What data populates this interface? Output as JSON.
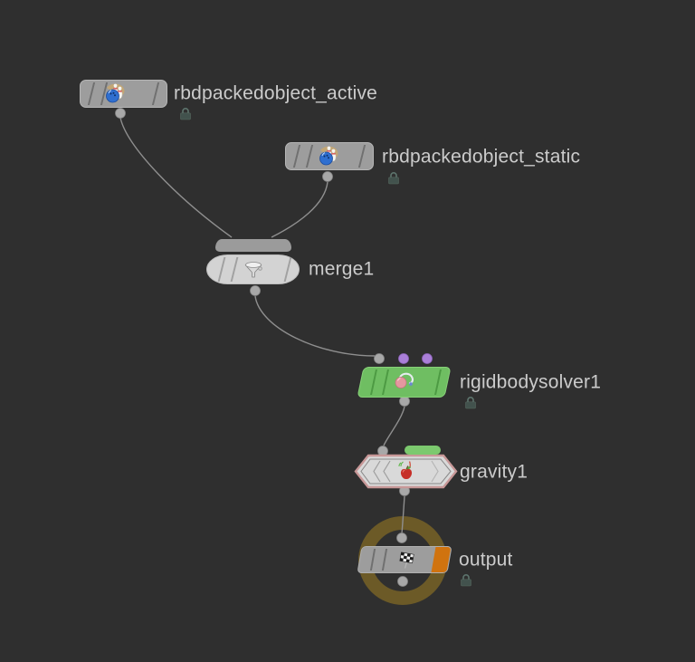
{
  "app": {
    "name": "houdini-network-editor",
    "background_color": "#2f2f2f",
    "wire_color": "#8f8f8f",
    "label_color": "#cbcbcb",
    "connector_color": "#a8a8a8",
    "extra_input_connector_color": "#aa7fd8"
  },
  "nodes": [
    {
      "id": "rbdpackedobject_active",
      "label": "rbdpackedobject_active",
      "icon": "bowling-ball-pins-icon",
      "body_color": "#9d9d9d",
      "locked": true
    },
    {
      "id": "rbdpackedobject_static",
      "label": "rbdpackedobject_static",
      "icon": "bowling-ball-pins-icon",
      "body_color": "#9d9d9d",
      "locked": true
    },
    {
      "id": "merge1",
      "label": "merge1",
      "icon": "funnel-icon",
      "body_color": "#d3d3d3",
      "locked": false,
      "multi_input_cap": true
    },
    {
      "id": "rigidbodysolver1",
      "label": "rigidbodysolver1",
      "icon": "wrecking-ball-icon",
      "body_color": "#6fbe62",
      "locked": true,
      "extra_inputs": 2,
      "extra_input_color": "#aa7fd8"
    },
    {
      "id": "gravity1",
      "label": "gravity1",
      "icon": "falling-apple-icon",
      "body_color": "#d9d9d9",
      "outline_color": "#c89898",
      "badge_color": "#7cc96e",
      "locked": false
    },
    {
      "id": "output",
      "label": "output",
      "icon": "checkered-flag-icon",
      "body_color": "#9d9d9d",
      "render_flag_color": "#d0730f",
      "display_ring_color": "#6c5a27",
      "locked": true
    }
  ],
  "edges": [
    {
      "from": "rbdpackedobject_active",
      "to": "merge1"
    },
    {
      "from": "rbdpackedobject_static",
      "to": "merge1"
    },
    {
      "from": "merge1",
      "to": "rigidbodysolver1"
    },
    {
      "from": "rigidbodysolver1",
      "to": "gravity1"
    },
    {
      "from": "gravity1",
      "to": "output"
    }
  ]
}
